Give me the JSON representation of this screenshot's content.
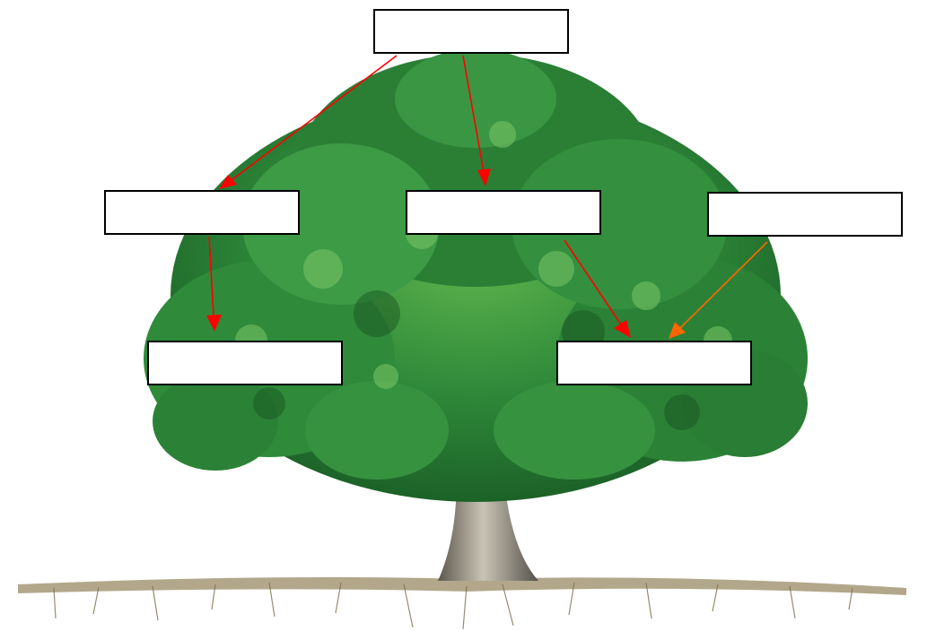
{
  "diagram": {
    "colors": {
      "arrow_red": "#ff0000",
      "arrow_orange": "#ff6600",
      "foliage_dark": "#1f6b2a",
      "foliage_mid": "#2e8b3a",
      "foliage_light": "#6cbf5a",
      "trunk": "#6f6a5e",
      "trunk_light": "#b9b4a6",
      "ground": "#8a7c5c",
      "box_border": "#000000",
      "box_fill": "#ffffff"
    },
    "labels": {
      "top": "",
      "left": "",
      "center": "",
      "right": "",
      "lower_left": "",
      "lower_right": ""
    },
    "arrows": [
      {
        "from": "top",
        "to": "left",
        "color": "red"
      },
      {
        "from": "top",
        "to": "center",
        "color": "red"
      },
      {
        "from": "left",
        "to": "lower_left",
        "color": "red"
      },
      {
        "from": "center",
        "to": "lower_right",
        "color": "red"
      },
      {
        "from": "right",
        "to": "lower_right",
        "color": "orange"
      }
    ]
  }
}
